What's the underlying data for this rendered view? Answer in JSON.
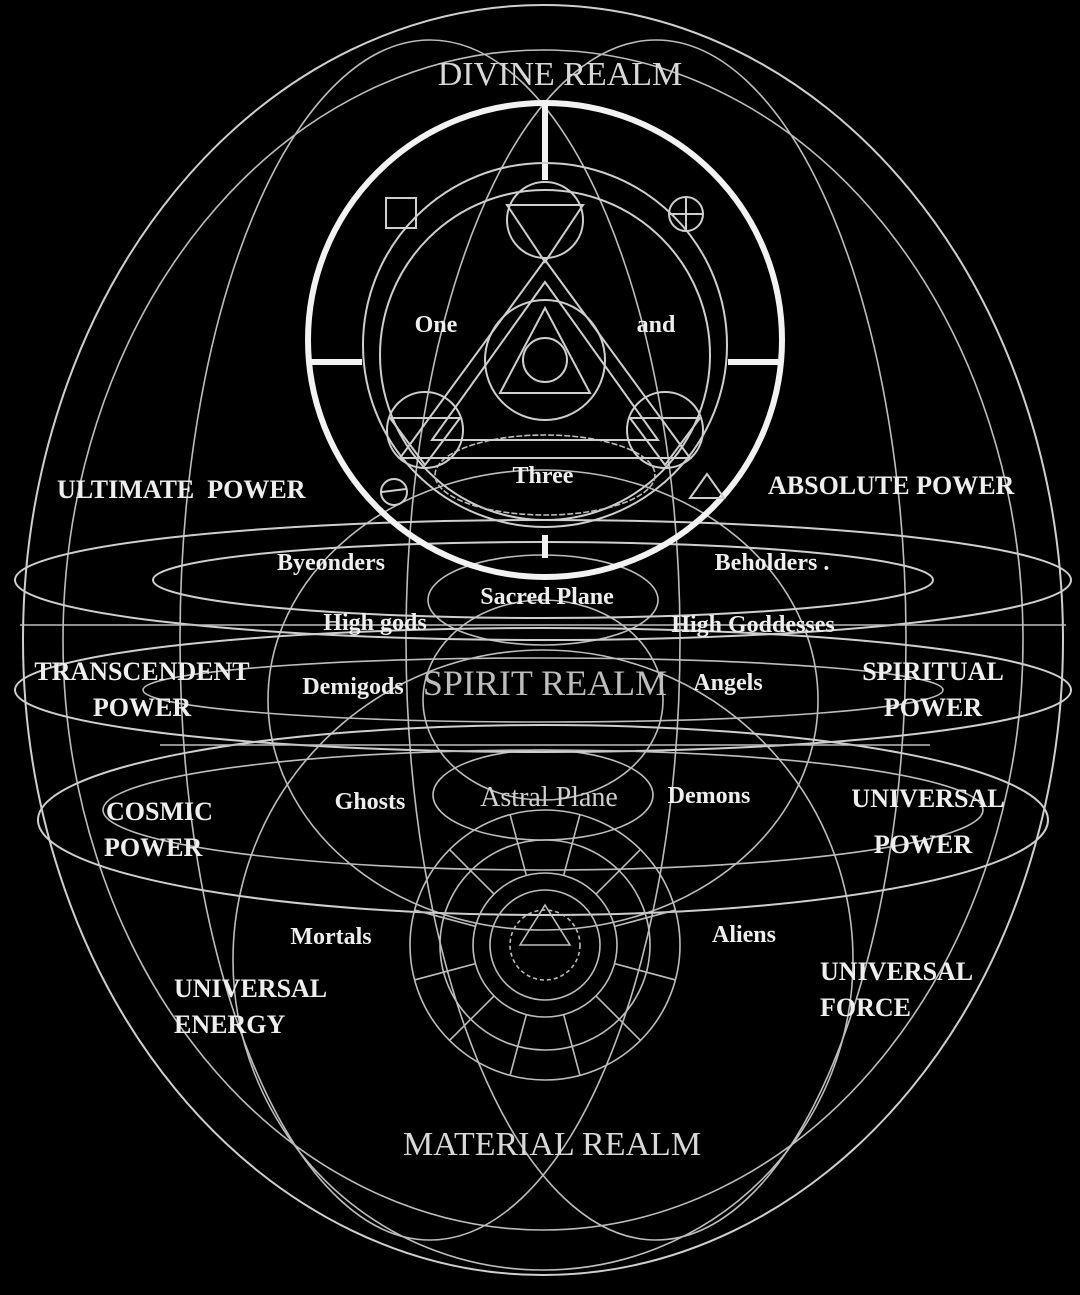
{
  "realms": {
    "divine": "DIVINE REALM",
    "spirit": "SPIRIT REALM",
    "material": "MATERIAL REALM"
  },
  "trinity": {
    "one": "One",
    "and": "and",
    "three": "Three"
  },
  "planes": {
    "sacred": "Sacred Plane",
    "astral": "Astral Plane"
  },
  "beings": {
    "byeonders": "Byeonders",
    "beholders": "Beholders .",
    "high_gods": "High gods",
    "high_goddesses": "High Goddesses",
    "demigods": "Demigods",
    "angels": "Angels",
    "ghosts": "Ghosts",
    "demons": "Demons",
    "mortals": "Mortals",
    "aliens": "Aliens"
  },
  "powers": {
    "ultimate": "ULTIMATE  POWER",
    "absolute": "ABSOLUTE POWER",
    "transcendent_1": "TRANSCENDENT",
    "transcendent_2": "POWER",
    "spiritual_1": "SPIRITUAL",
    "spiritual_2": "POWER",
    "cosmic_1": "COSMIC",
    "cosmic_2": "POWER",
    "universal_power_1": "UNIVERSAL",
    "universal_power_2": "POWER",
    "universal_energy_1": "UNIVERSAL",
    "universal_energy_2": "ENERGY",
    "universal_force_1": "UNIVERSAL",
    "universal_force_2": "FORCE"
  },
  "symbols": {
    "top_left": "square",
    "top_right": "circled-cross",
    "bottom_left": "circled-bar",
    "bottom_right": "triangle"
  }
}
